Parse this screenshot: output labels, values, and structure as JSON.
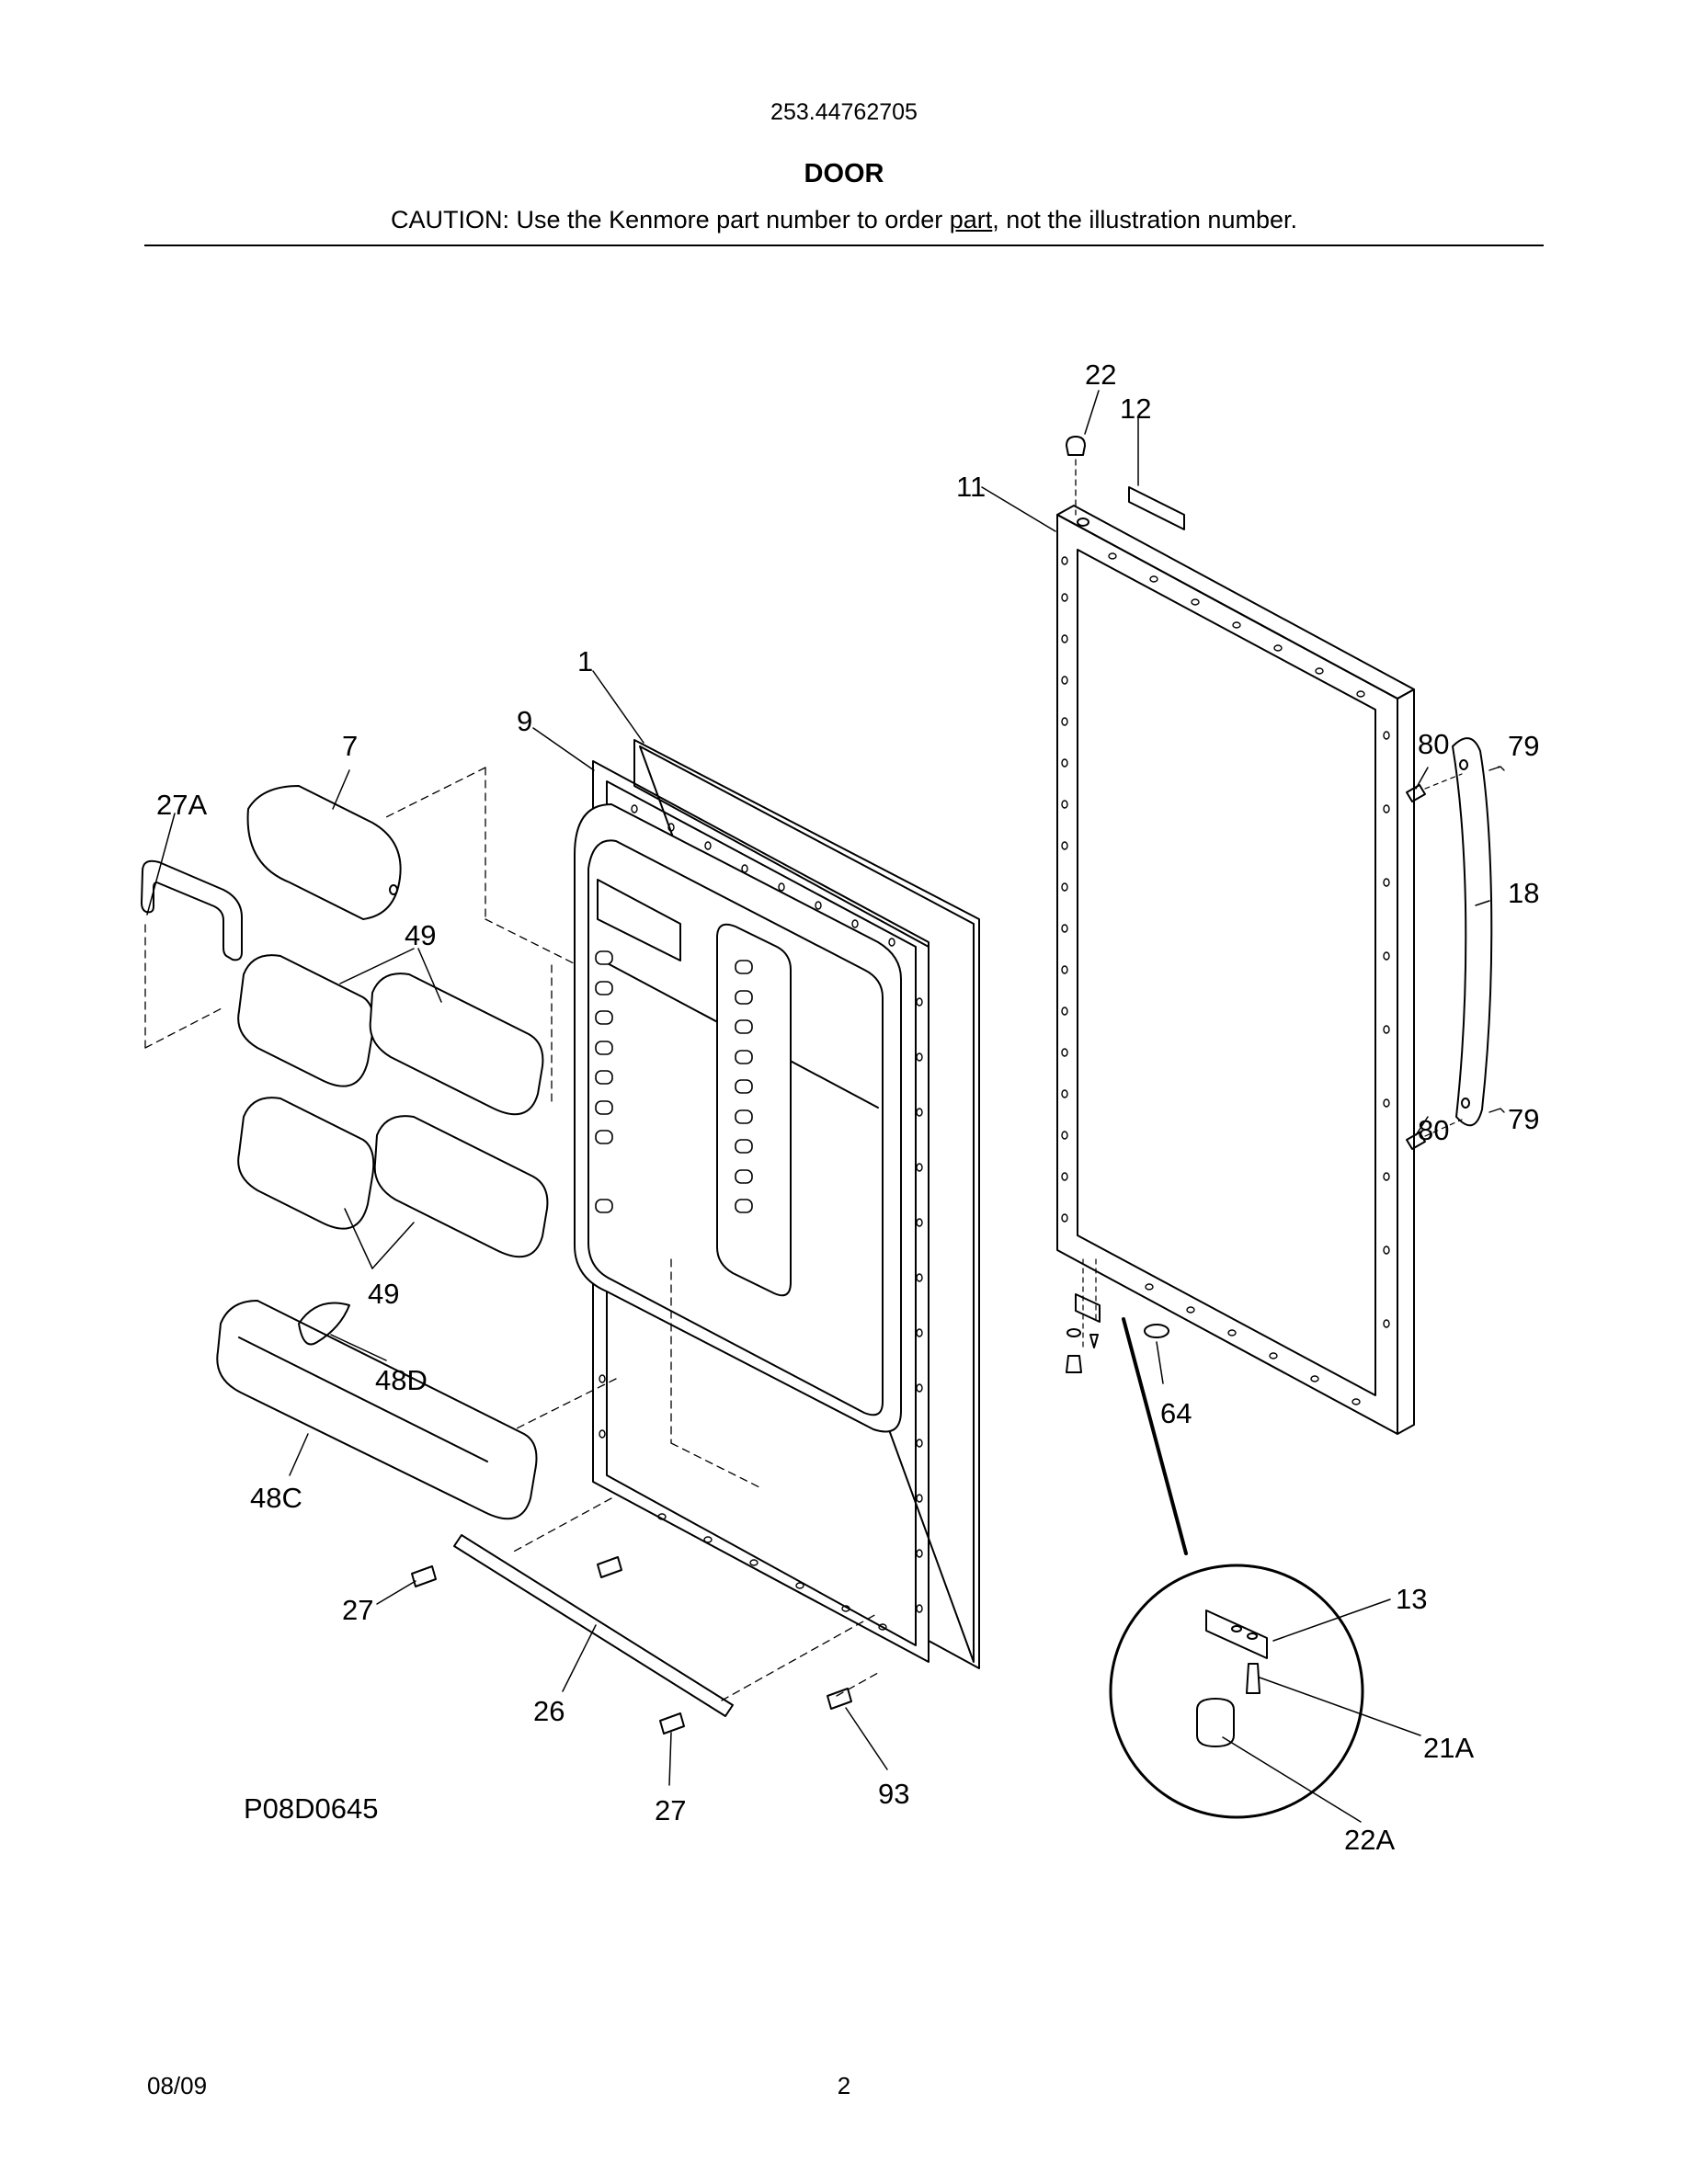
{
  "header": {
    "model_number": "253.44762705",
    "section_title": "DOOR",
    "caution_prefix": "CAUTION: Use the Kenmore part number to order ",
    "caution_underlined": "part",
    "caution_suffix": ", not the illustration number."
  },
  "diagram": {
    "drawing_number": "P08D0645",
    "callouts": {
      "c22": "22",
      "c12": "12",
      "c11": "11",
      "c1": "1",
      "c9": "9",
      "c7": "7",
      "c27a": "27A",
      "c49_top": "49",
      "c49_bottom": "49",
      "c80_top": "80",
      "c79_top": "79",
      "c18": "18",
      "c80_bottom": "80",
      "c79_bottom": "79",
      "c48d": "48D",
      "c48c": "48C",
      "c64": "64",
      "c13": "13",
      "c27_left": "27",
      "c26": "26",
      "c21a": "21A",
      "c93": "93",
      "c27_bottom": "27",
      "c22a": "22A"
    }
  },
  "footer": {
    "date": "08/09",
    "page_number": "2"
  }
}
